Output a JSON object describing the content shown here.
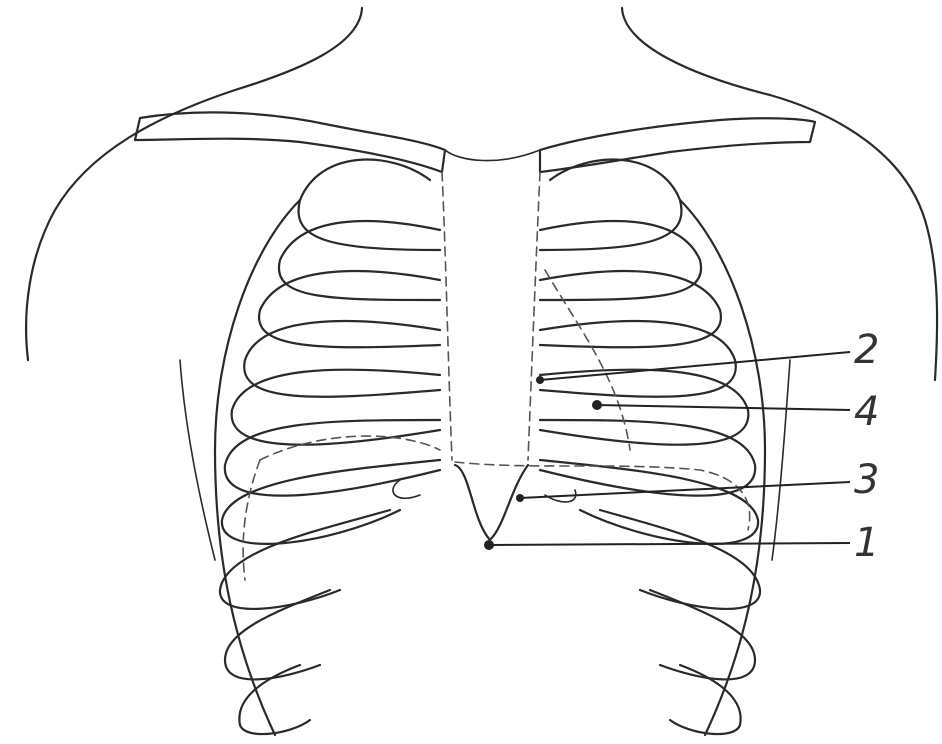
{
  "callouts": [
    {
      "id": "1",
      "label": "1"
    },
    {
      "id": "2",
      "label": "2"
    },
    {
      "id": "3",
      "label": "3"
    },
    {
      "id": "4",
      "label": "4"
    }
  ],
  "colors": {
    "ink": "#2a2a2a",
    "background": "#ffffff"
  }
}
